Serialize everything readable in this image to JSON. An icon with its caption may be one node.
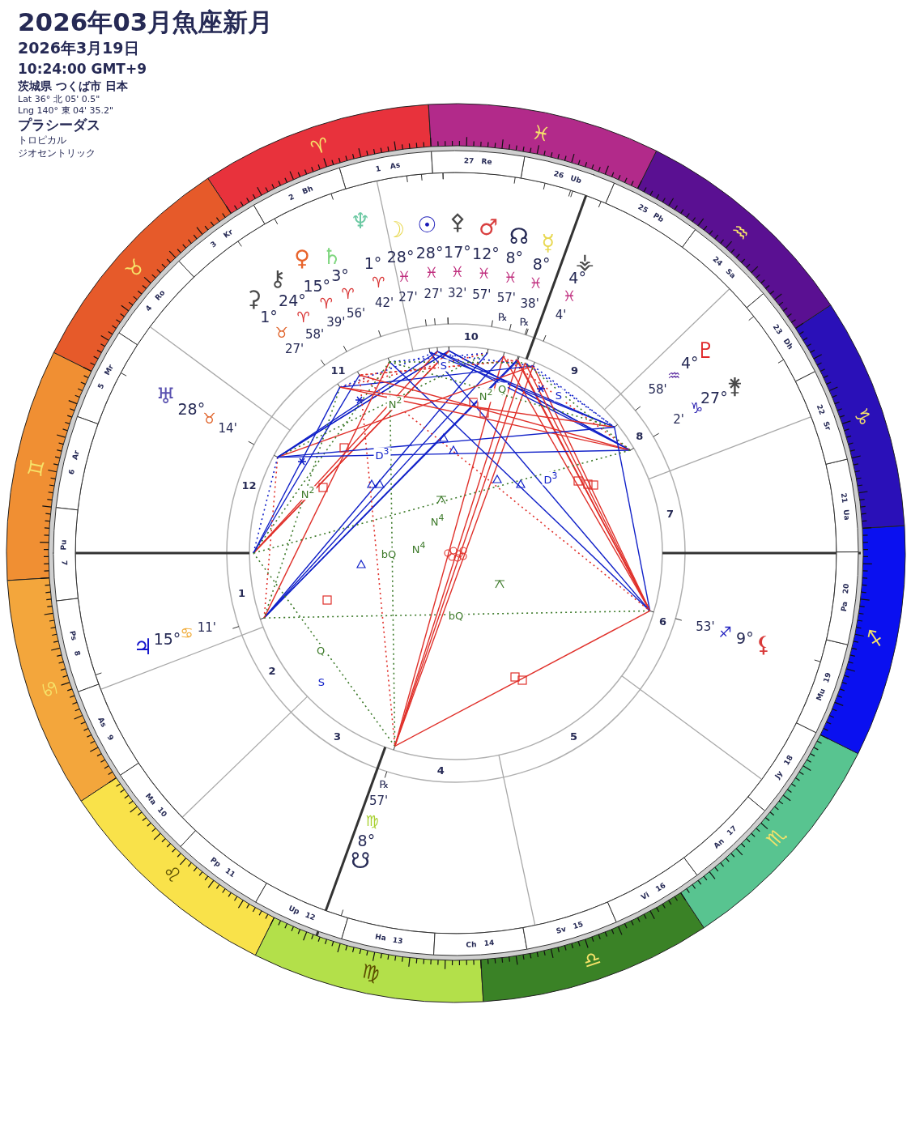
{
  "diagram": {
    "title": "2026年03月魚座新月",
    "nodes": [
      {
        "text": [
          "♈"
        ]
      },
      {
        "text": [
          "♉"
        ]
      },
      {
        "text": [
          "♊"
        ]
      },
      {
        "text": [
          "♋"
        ]
      },
      {
        "text": [
          "♌"
        ]
      },
      {
        "text": [
          "♍"
        ]
      },
      {
        "text": [
          "♎"
        ]
      },
      {
        "text": [
          "♏"
        ]
      },
      {
        "text": [
          "♐"
        ]
      },
      {
        "text": [
          "♑"
        ]
      },
      {
        "text": [
          "♒"
        ]
      },
      {
        "text": [
          "♓"
        ]
      },
      {
        "text": [
          "1",
          "As"
        ]
      },
      {
        "text": [
          "2",
          "Bh"
        ]
      },
      {
        "text": [
          "3",
          "Kr"
        ]
      },
      {
        "text": [
          "4",
          "Ro"
        ]
      },
      {
        "text": [
          "5",
          "Mr"
        ]
      },
      {
        "text": [
          "6",
          "Ar"
        ]
      },
      {
        "text": [
          "7",
          "Pu"
        ]
      },
      {
        "text": [
          "8",
          "Ps"
        ]
      },
      {
        "text": [
          "9",
          "As"
        ]
      },
      {
        "text": [
          "10",
          "Ma"
        ]
      },
      {
        "text": [
          "11",
          "Pp"
        ]
      },
      {
        "text": [
          "12",
          "Up"
        ]
      },
      {
        "text": [
          "13",
          "Ha"
        ]
      },
      {
        "text": [
          "14",
          "Ch"
        ]
      },
      {
        "text": [
          "15",
          "Sv"
        ]
      },
      {
        "text": [
          "16",
          "Vi"
        ]
      },
      {
        "text": [
          "17",
          "An"
        ]
      },
      {
        "text": [
          "18",
          "Jy"
        ]
      },
      {
        "text": [
          "19",
          "Mu"
        ]
      },
      {
        "text": [
          "20",
          "Pa"
        ]
      },
      {
        "text": [
          "21",
          "Ua"
        ]
      },
      {
        "text": [
          "22",
          "Sr"
        ]
      },
      {
        "text": [
          "23",
          "Dh"
        ]
      },
      {
        "text": [
          "24",
          "Sa"
        ]
      },
      {
        "text": [
          "25",
          "Pb"
        ]
      },
      {
        "text": [
          "26",
          "Ub"
        ]
      },
      {
        "text": [
          "27",
          "Re"
        ]
      }
    ],
    "labels": [
      "2026年3月19日",
      "10:24:00 GMT+9",
      "茨城県 つくば市 日本",
      "Lat 36° 北 05' 0.5\"",
      "Lng 140° 東 04' 35.2\"",
      "プラシーダス",
      "トロピカル",
      "ジオセントリック",
      "1",
      "2",
      "3",
      "4",
      "5",
      "6",
      "7",
      "8",
      "9",
      "10",
      "11",
      "12",
      "⚳",
      "1°",
      "♉",
      "27'",
      "⚷",
      "24°",
      "♈",
      "58'",
      "♀",
      "15°",
      "♈",
      "39'",
      "♄",
      "3°",
      "♈",
      "56'",
      "♆",
      "1°",
      "♈",
      "42'",
      "☽",
      "28°",
      "♓",
      "27'",
      "☉",
      "28°",
      "♓",
      "27'",
      "⚴",
      "17°",
      "♓",
      "32'",
      "♂",
      "12°",
      "♓",
      "57'",
      "☊",
      "8°",
      "♓",
      "57'",
      "℞",
      "☿",
      "8°",
      "♓",
      "38'",
      "℞",
      "⚶",
      "4°",
      "♓",
      "4'",
      "♇",
      "4°",
      "♒",
      "58'",
      "⚵",
      "27°",
      "♑",
      "2'",
      "♅",
      "28°",
      "♉",
      "14'",
      "♃",
      "15°",
      "♋",
      "11'",
      "⚸",
      "9°",
      "♐",
      "53'",
      "☋",
      "8°",
      "♍",
      "57'",
      "℞",
      "N$^{2}$",
      "S",
      "N$^{2}$",
      "Q",
      "S",
      "D$^{3}$",
      "N$^{2}$",
      "N$^{4}$",
      "bQ",
      "N$^{4}$",
      "D$^{3}$",
      "bQ",
      "Q",
      "S"
    ]
  }
}
